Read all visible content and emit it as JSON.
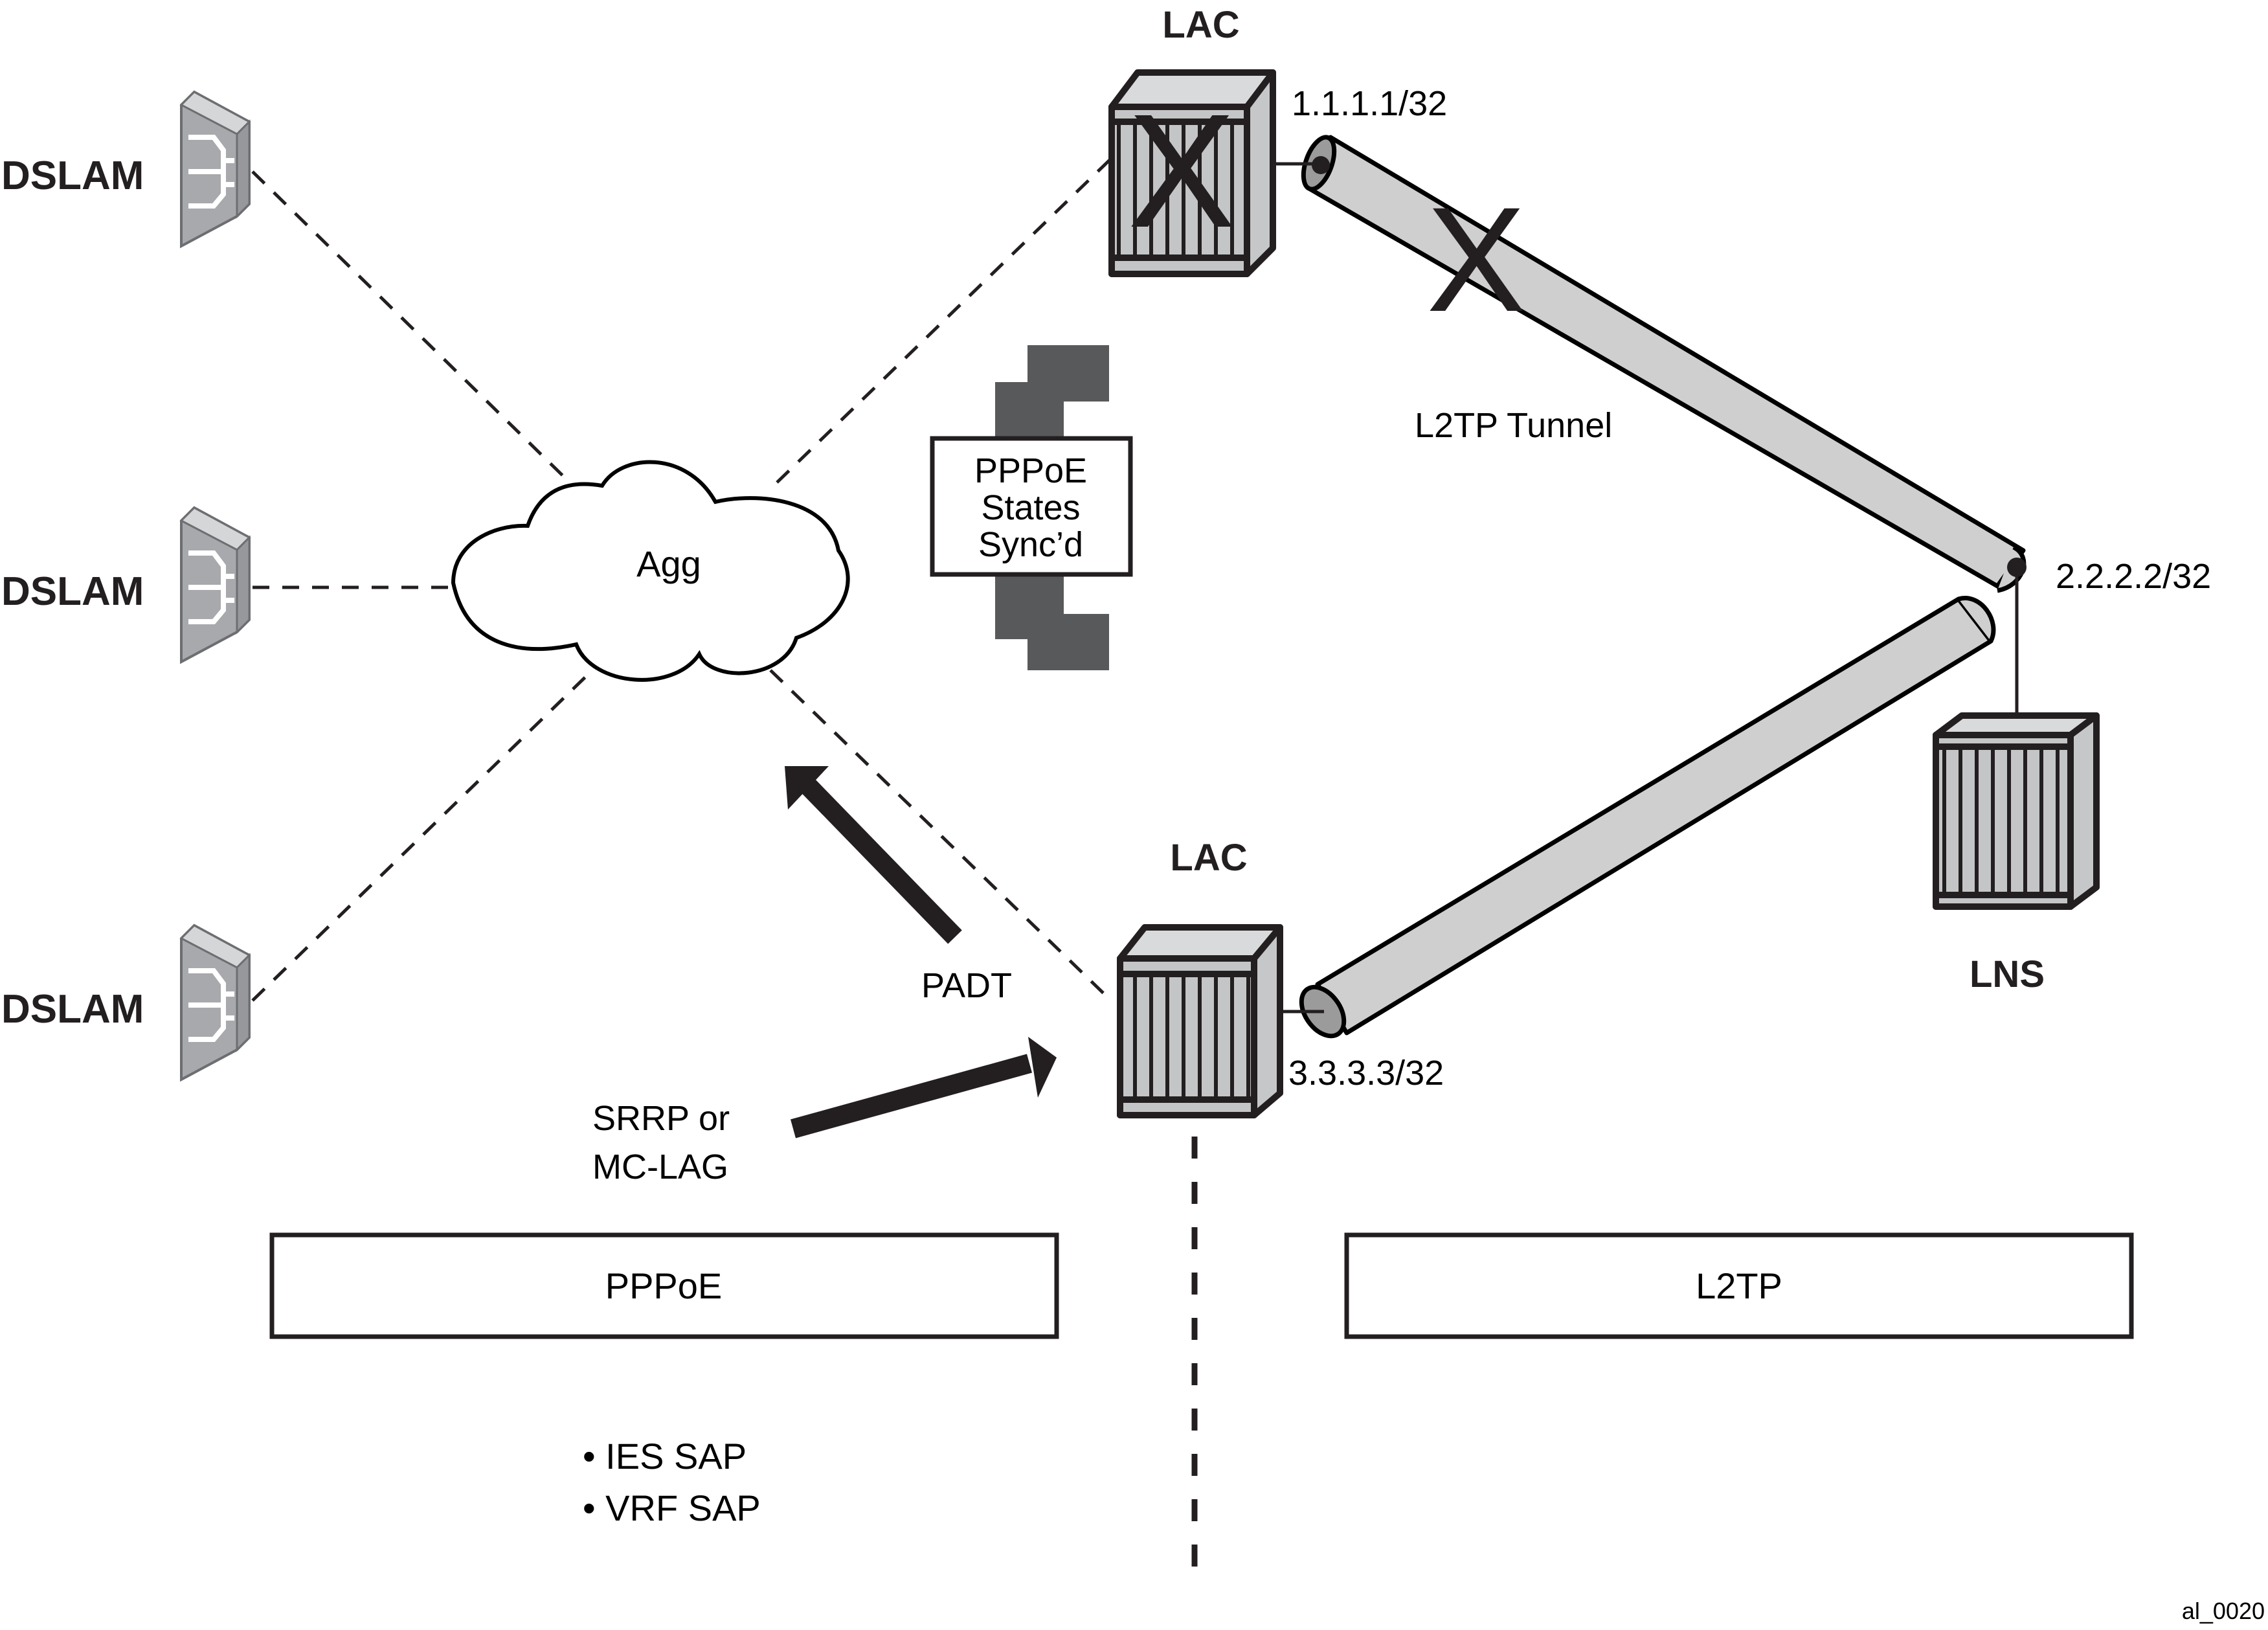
{
  "diagram": {
    "figure_id": "al_0020",
    "colors": {
      "device_face": "#c4c5c7",
      "device_top": "#d9dadb",
      "device_side": "#c6c7c9",
      "tube_fill": "#cfcfcf",
      "tube_end": "#9b9b9b",
      "sync_block": "#58595b",
      "dslam_face": "#a7a9ac",
      "dslam_top": "#d5d6d8",
      "ink": "#231f20"
    },
    "dslams": [
      {
        "label": "DSLAM"
      },
      {
        "label": "DSLAM"
      },
      {
        "label": "DSLAM"
      }
    ],
    "cloud": {
      "label": "Agg"
    },
    "lac_top": {
      "label": "LAC",
      "ip": "1.1.1.1/32",
      "failed": true
    },
    "lac_bottom": {
      "label": "LAC",
      "ip": "3.3.3.3/32",
      "failed": false
    },
    "lns": {
      "label": "LNS",
      "ip": "2.2.2.2/32"
    },
    "tunnel": {
      "label": "L2TP Tunnel",
      "top_tunnel_failed": true
    },
    "sync_box": {
      "lines": [
        "PPPoE",
        "States",
        "Sync’d"
      ]
    },
    "arrows": {
      "padt": {
        "label": "PADT"
      },
      "srrp": {
        "lines": [
          "SRRP or",
          "MC-LAG"
        ]
      }
    },
    "domains": {
      "left": {
        "label": "PPPoE"
      },
      "right": {
        "label": "L2TP"
      }
    },
    "bullets": [
      "• IES SAP",
      "• VRF SAP"
    ],
    "failure_mark": "X"
  }
}
